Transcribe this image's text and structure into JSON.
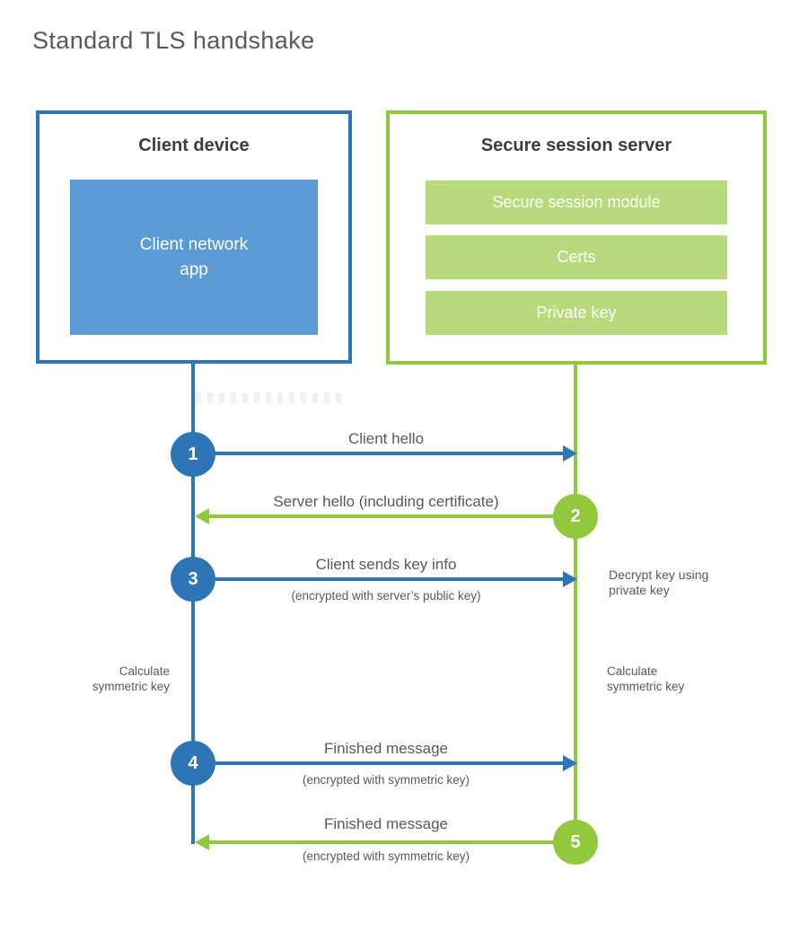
{
  "page": {
    "title": "Standard TLS handshake"
  },
  "colors": {
    "blue": "#2e75b6",
    "blue_fill": "#5b9bd5",
    "green": "#92c83e",
    "green_fill": "#b8d97c"
  },
  "client_box": {
    "title": "Client device",
    "app_line1": "Client network",
    "app_line2": "app"
  },
  "server_box": {
    "title": "Secure session server",
    "modules": [
      "Secure session module",
      "Certs",
      "Private key"
    ]
  },
  "steps": [
    {
      "number": "1",
      "direction": "right",
      "color": "blue",
      "label": "Client hello",
      "sublabel": ""
    },
    {
      "number": "2",
      "direction": "left",
      "color": "green",
      "label": "Server hello (including certificate)",
      "sublabel": ""
    },
    {
      "number": "3",
      "direction": "right",
      "color": "blue",
      "label": "Client sends key info",
      "sublabel": "(encrypted with server’s public key)"
    },
    {
      "number": "4",
      "direction": "right",
      "color": "blue",
      "label": "Finished message",
      "sublabel": "(encrypted with symmetric key)"
    },
    {
      "number": "5",
      "direction": "left",
      "color": "green",
      "label": "Finished message",
      "sublabel": "(encrypted with symmetric key)"
    }
  ],
  "annotations": {
    "decrypt_line1": "Decrypt key using",
    "decrypt_line2": "private key",
    "calc_left_line1": "Calculate",
    "calc_left_line2": "symmetric key",
    "calc_right_line1": "Calculate",
    "calc_right_line2": "symmetric key"
  }
}
